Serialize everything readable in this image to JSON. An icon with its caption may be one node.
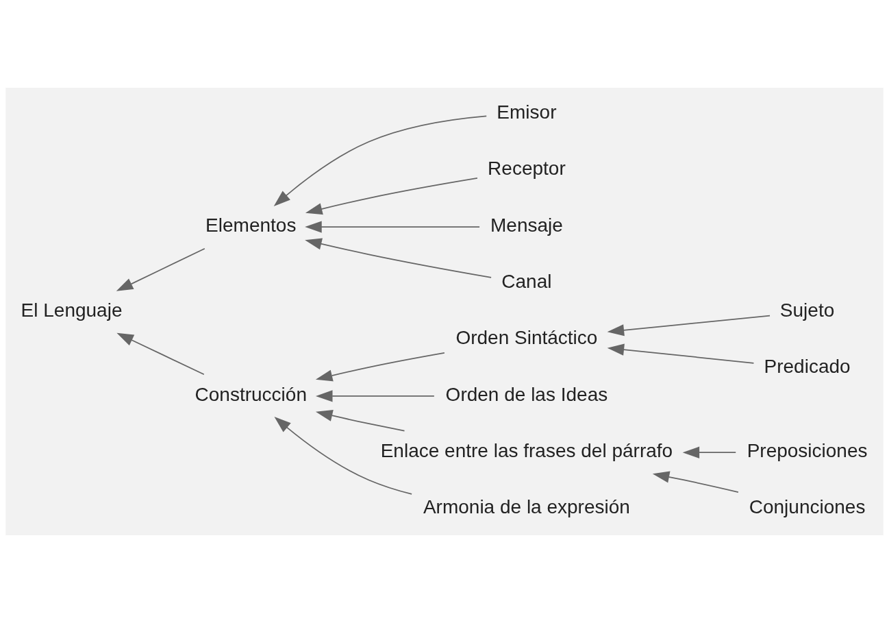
{
  "diagram": {
    "nodes": [
      {
        "text": [
          "El Lenguaje"
        ]
      },
      {
        "text": [
          "Elementos"
        ]
      },
      {
        "text": [
          "Emisor"
        ]
      },
      {
        "text": [
          "Receptor"
        ]
      },
      {
        "text": [
          "Mensaje"
        ]
      },
      {
        "text": [
          "Canal"
        ]
      },
      {
        "text": [
          "Construcción"
        ]
      },
      {
        "text": [
          "Orden Sintáctico"
        ]
      },
      {
        "text": [
          "Sujeto"
        ]
      },
      {
        "text": [
          "Predicado"
        ]
      },
      {
        "text": [
          "Orden de las Ideas"
        ]
      },
      {
        "text": [
          "Enlace entre las frases del párrafo"
        ]
      },
      {
        "text": [
          "Preposiciones"
        ]
      },
      {
        "text": [
          "Conjunciones"
        ]
      },
      {
        "text": [
          "Armonia de la expresión"
        ]
      }
    ],
    "edges": [
      {
        "from": 1,
        "to": 0,
        "arrow": "to"
      },
      {
        "from": 6,
        "to": 0,
        "arrow": "to"
      },
      {
        "from": 2,
        "to": 1,
        "arrow": "to"
      },
      {
        "from": 3,
        "to": 1,
        "arrow": "to"
      },
      {
        "from": 4,
        "to": 1,
        "arrow": "to"
      },
      {
        "from": 5,
        "to": 1,
        "arrow": "to"
      },
      {
        "from": 7,
        "to": 6,
        "arrow": "to"
      },
      {
        "from": 10,
        "to": 6,
        "arrow": "to"
      },
      {
        "from": 11,
        "to": 6,
        "arrow": "to"
      },
      {
        "from": 14,
        "to": 6,
        "arrow": "to"
      },
      {
        "from": 8,
        "to": 7,
        "arrow": "to"
      },
      {
        "from": 9,
        "to": 7,
        "arrow": "to"
      },
      {
        "from": 12,
        "to": 11,
        "arrow": "to"
      },
      {
        "from": 13,
        "to": 11,
        "arrow": "to"
      }
    ]
  }
}
